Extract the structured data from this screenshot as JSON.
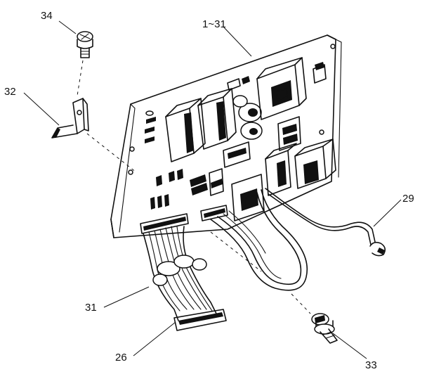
{
  "diagram": {
    "callouts": {
      "c34": "34",
      "c1_31": "1~31",
      "c32": "32",
      "c29": "29",
      "c31": "31",
      "c26": "26",
      "c33": "33"
    }
  }
}
